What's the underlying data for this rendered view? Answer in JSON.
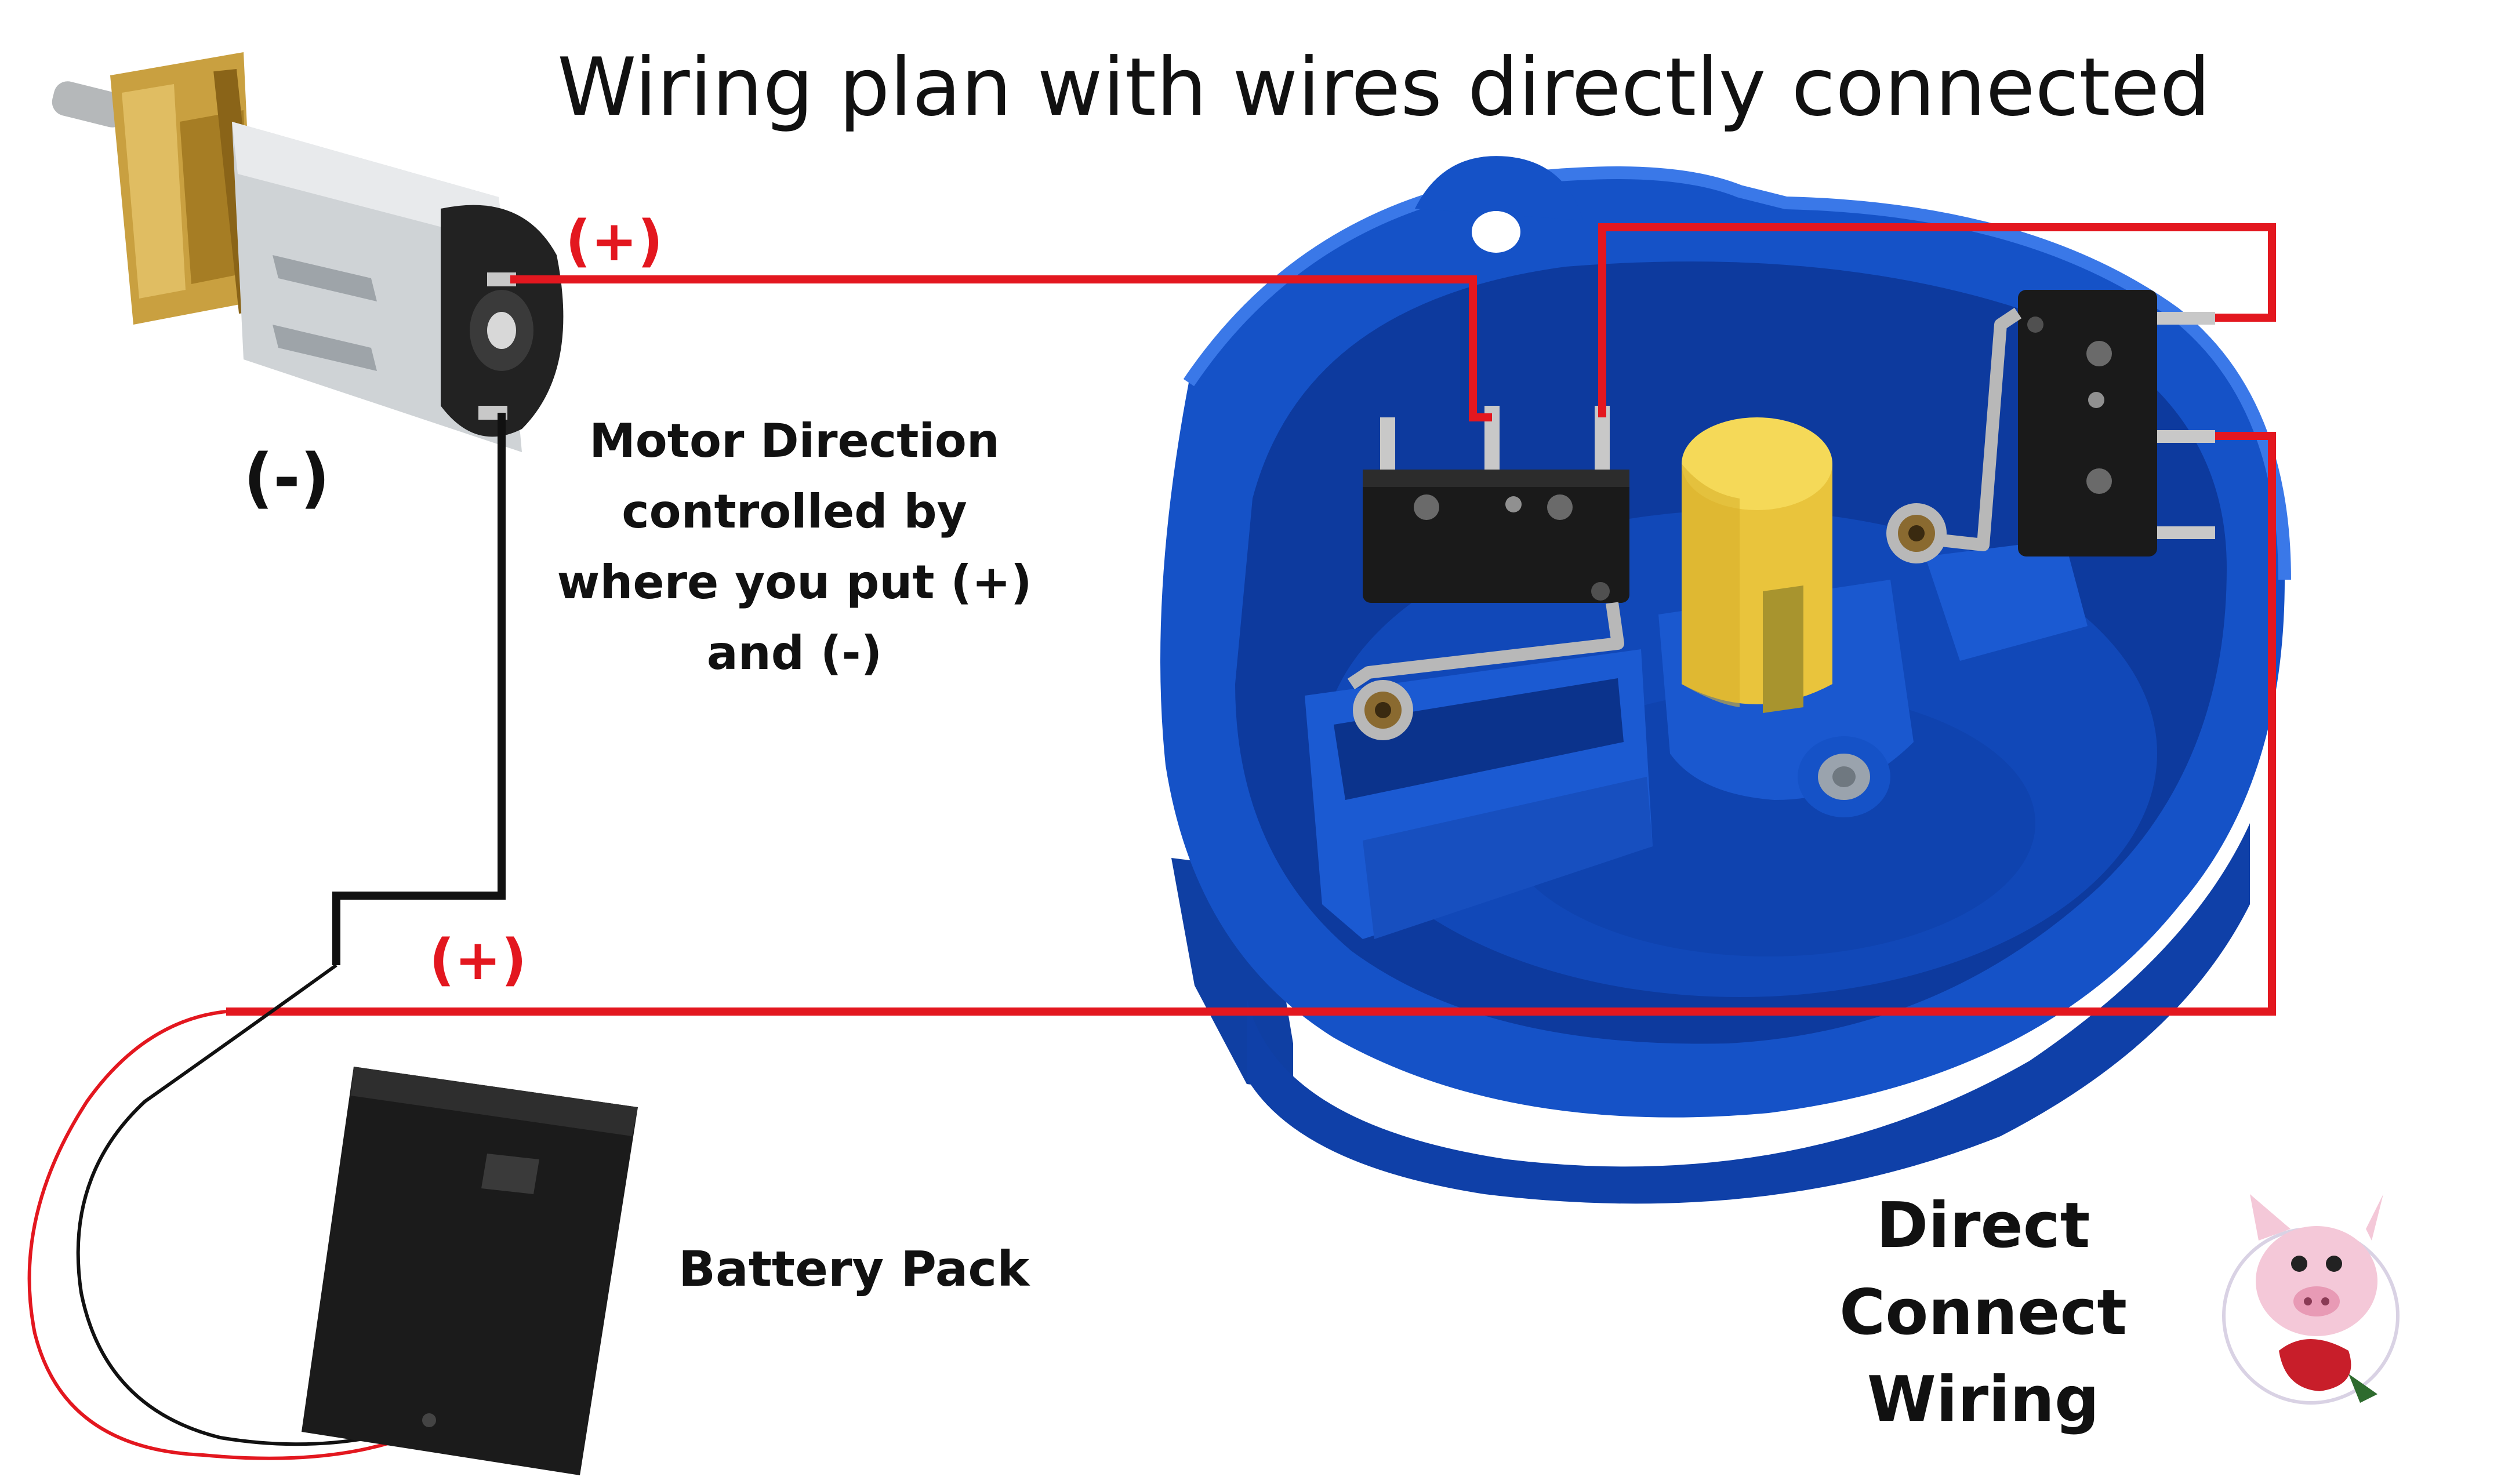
{
  "title": "Wiring plan with wires directly connected",
  "labels": {
    "motor_plus": "(+)",
    "motor_minus": "(-)",
    "battery_plus": "(+)",
    "motor_direction": [
      "Motor Direction",
      "controlled by",
      "where you put (+)",
      "and (-)"
    ],
    "battery_pack": "Battery Pack",
    "direct_connect": [
      "Direct Connect",
      "Wiring"
    ]
  },
  "colors": {
    "wire_positive": "#e3171f",
    "wire_negative": "#111111",
    "enclosure_blue": "#1552c7",
    "cam_yellow": "#f2d14a",
    "switch_body": "#1a1a1a",
    "motor_brass": "#c9a040",
    "motor_silver": "#cfd3d6"
  },
  "icons": {
    "motor": "dc-gear-motor",
    "switches": "micro-switch",
    "battery": "battery-pack",
    "enclosure": "blue-3d-printed-enclosure",
    "logo": "pig-logo"
  }
}
